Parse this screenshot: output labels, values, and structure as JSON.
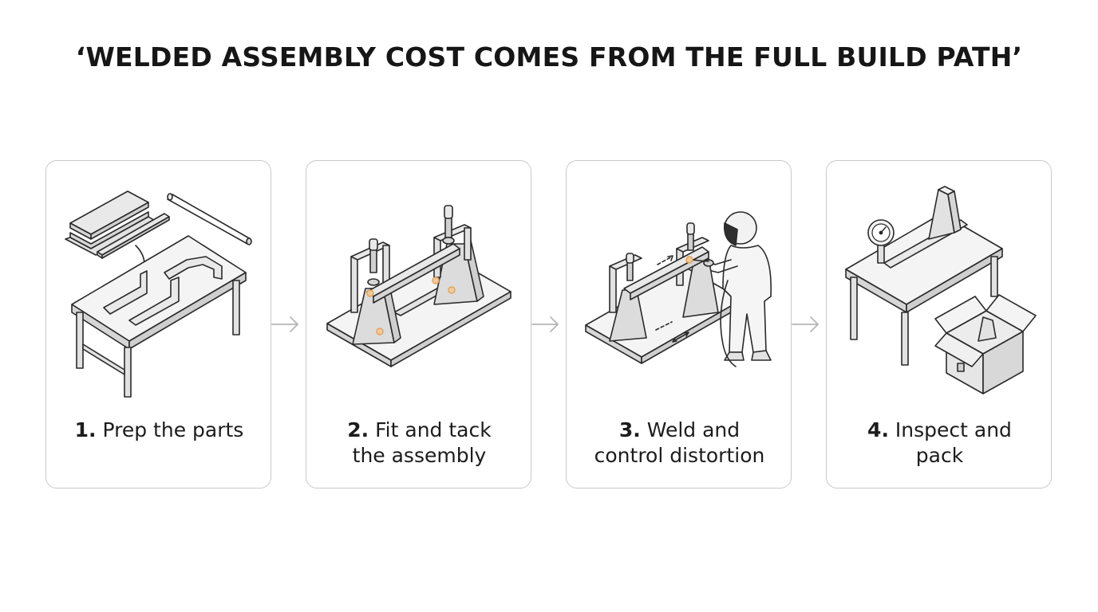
{
  "title": "‘WELDED ASSEMBLY COST COMES FROM THE FULL BUILD PATH’",
  "steps": [
    {
      "number": "1.",
      "line1": "Prep the parts",
      "line2": "",
      "icon": "prep-parts-icon"
    },
    {
      "number": "2.",
      "line1": "Fit and tack",
      "line2": "the assembly",
      "icon": "fit-and-tack-icon"
    },
    {
      "number": "3.",
      "line1": "Weld and",
      "line2": "control distortion",
      "icon": "weld-icon"
    },
    {
      "number": "4.",
      "line1": "Inspect and",
      "line2": "pack",
      "icon": "inspect-and-pack-icon"
    }
  ],
  "colors": {
    "stroke": "#2a2a2a",
    "fill_light": "#e9e9e9",
    "fill_mid": "#d6d6d6",
    "card_border": "#c9c9c9",
    "arrow": "#b5b5b5",
    "tack_accent": "#e3a35a"
  }
}
